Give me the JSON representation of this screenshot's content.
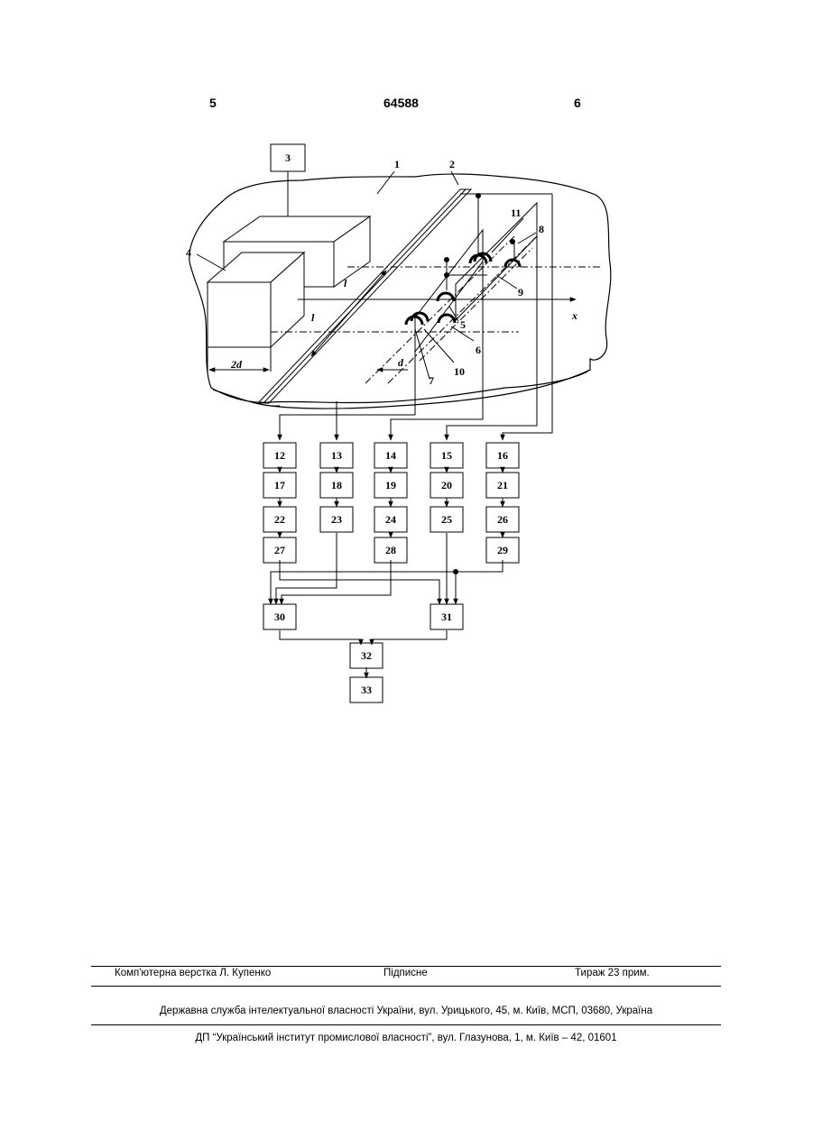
{
  "header": {
    "page_left": "5",
    "patent_number": "64588",
    "page_right": "6"
  },
  "figure": {
    "labels": {
      "l1": "1",
      "l2": "2",
      "l3": "3",
      "l4": "4",
      "l5": "5",
      "l6": "6",
      "l7": "7",
      "l8": "8",
      "l9": "9",
      "l10": "10",
      "l11": "11",
      "dim_2d": "2d",
      "dim_d": "d",
      "dim_l_upper": "l",
      "dim_l_lower": "l",
      "axis_x": "x"
    },
    "blocks": {
      "b3": "3",
      "b12": "12",
      "b13": "13",
      "b14": "14",
      "b15": "15",
      "b16": "16",
      "b17": "17",
      "b18": "18",
      "b19": "19",
      "b20": "20",
      "b21": "21",
      "b22": "22",
      "b23": "23",
      "b24": "24",
      "b25": "25",
      "b26": "26",
      "b27": "27",
      "b28": "28",
      "b29": "29",
      "b30": "30",
      "b31": "31",
      "b32": "32",
      "b33": "33"
    }
  },
  "footer": {
    "typesetting": "Комп'ютерна верстка Л. Купенко",
    "signed": "Підписне",
    "circulation": "Тираж 23 прим.",
    "agency": "Державна служба інтелектуальної власності України, вул. Урицького, 45, м. Київ, МСП, 03680, Україна",
    "institute": "ДП “Український інститут промислової власності”, вул. Глазунова, 1, м. Київ – 42, 01601"
  }
}
